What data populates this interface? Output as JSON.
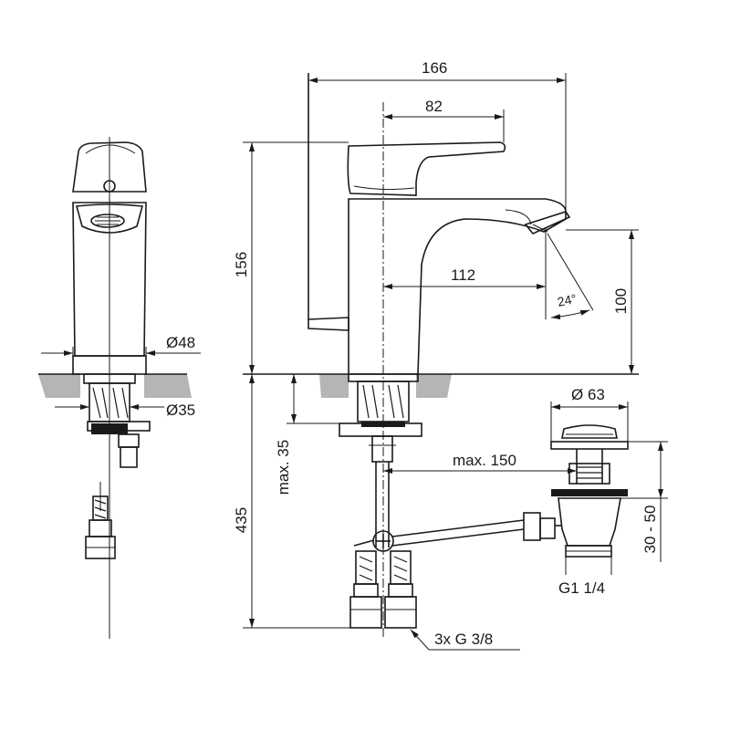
{
  "dimensions": {
    "width_total": "166",
    "spout_reach": "82",
    "height_total": "156",
    "outlet_reach": "112",
    "outlet_height": "100",
    "spray_angle": "24°",
    "body_diameter": "Ø48",
    "hole_diameter": "Ø35",
    "counter_thickness": "max. 35",
    "drain_offset": "max. 150",
    "drain_diameter": "Ø 63",
    "drain_height": "30 - 50",
    "drain_thread": "G1 1/4",
    "below_counter": "435",
    "hose_connections": "3x G 3/8"
  }
}
